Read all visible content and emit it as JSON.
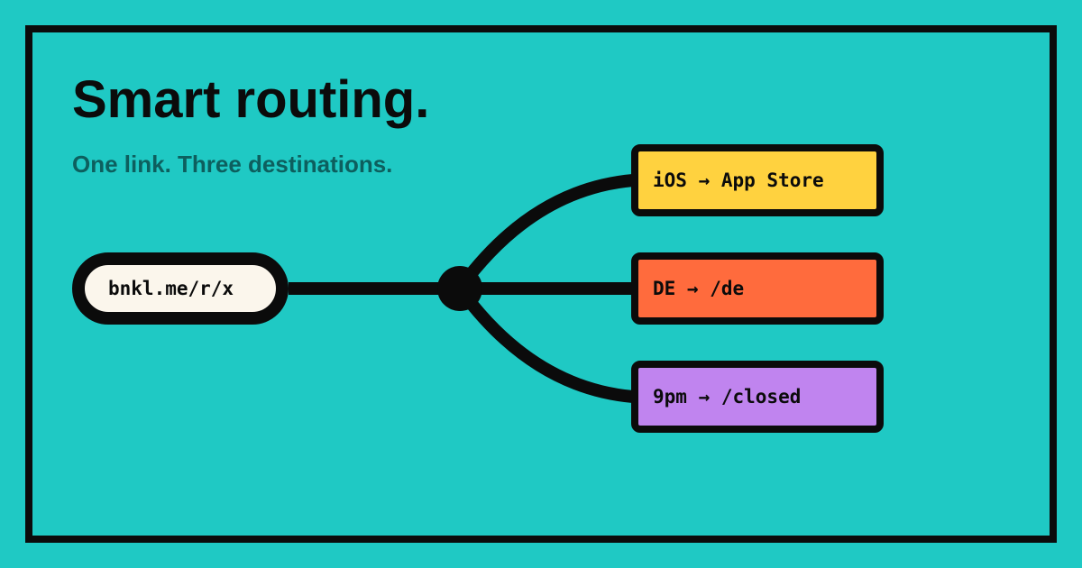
{
  "header": {
    "title": "Smart routing.",
    "subtitle": "One link. Three destinations."
  },
  "source": {
    "label": "bnkl.me/r/x"
  },
  "destinations": [
    {
      "label": "iOS → App Store",
      "color": "#ffd23f"
    },
    {
      "label": "DE → /de",
      "color": "#ff6b3d"
    },
    {
      "label": "9pm → /closed",
      "color": "#c084ef"
    }
  ],
  "colors": {
    "background": "#1fc9c4",
    "ink": "#0b0b0b",
    "subtitle": "#0d5f5e",
    "source_fill": "#fbf6ec"
  }
}
